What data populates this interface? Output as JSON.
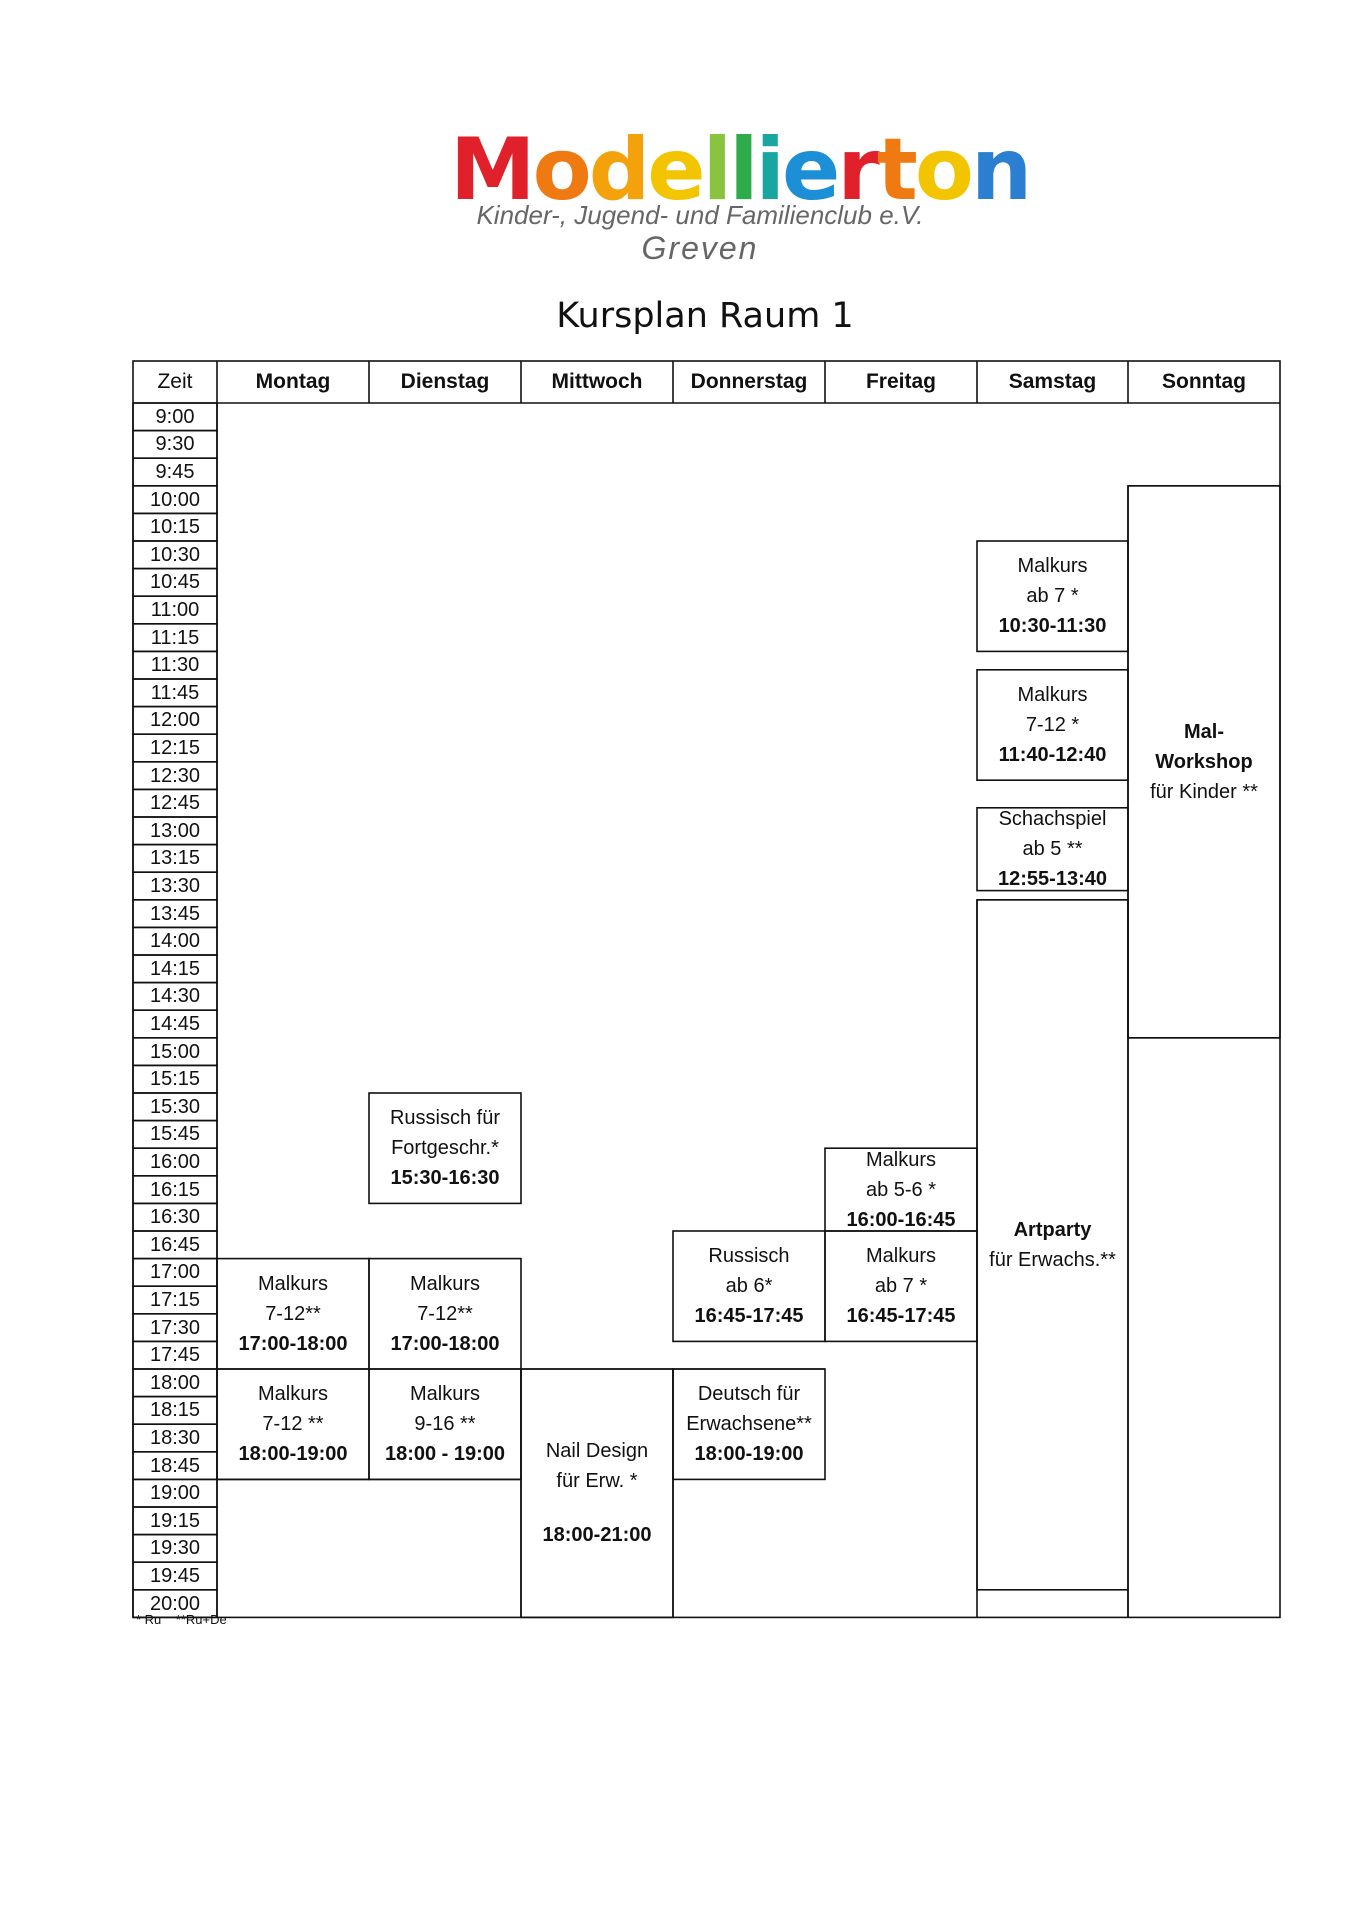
{
  "logo": {
    "name": "Modellierton",
    "letters": [
      {
        "ch": "M",
        "color": "#e0202a"
      },
      {
        "ch": "o",
        "color": "#f07a12"
      },
      {
        "ch": "d",
        "color": "#f4a20c"
      },
      {
        "ch": "e",
        "color": "#f2c500"
      },
      {
        "ch": "l",
        "color": "#8ac43f"
      },
      {
        "ch": "l",
        "color": "#2eab4a"
      },
      {
        "ch": "i",
        "color": "#1aa6a0"
      },
      {
        "ch": "e",
        "color": "#1c8fd6"
      },
      {
        "ch": "r",
        "color": "#e0202a"
      },
      {
        "ch": "t",
        "color": "#f07a12"
      },
      {
        "ch": "o",
        "color": "#f2c500"
      },
      {
        "ch": "n",
        "color": "#2a7fd0"
      }
    ],
    "subtitle": "Kinder-, Jugend- und Familienclub e.V.",
    "city": "Greven"
  },
  "title": "Kursplan Raum 1",
  "columns": [
    "Zeit",
    "Montag",
    "Dienstag",
    "Mittwoch",
    "Donnerstag",
    "Freitag",
    "Samstag",
    "Sonntag"
  ],
  "slots": [
    "9:00",
    "9:30",
    "9:45",
    "10:00",
    "10:15",
    "10:30",
    "10:45",
    "11:00",
    "11:15",
    "11:30",
    "11:45",
    "12:00",
    "12:15",
    "12:30",
    "12:45",
    "13:00",
    "13:15",
    "13:30",
    "13:45",
    "14:00",
    "14:15",
    "14:30",
    "14:45",
    "15:00",
    "15:15",
    "15:30",
    "15:45",
    "16:00",
    "16:15",
    "16:30",
    "16:45",
    "17:00",
    "17:15",
    "17:30",
    "17:45",
    "18:00",
    "18:15",
    "18:30",
    "18:45",
    "19:00",
    "19:15",
    "19:30",
    "19:45",
    "20:00"
  ],
  "events": [
    {
      "day": 1,
      "from": "17:00",
      "to": "18:00",
      "lines": [
        "Malkurs",
        "7-12**"
      ],
      "time": "17:00-18:00"
    },
    {
      "day": 1,
      "from": "18:00",
      "to": "19:00",
      "lines": [
        "Malkurs",
        "7-12 **"
      ],
      "time": "18:00-19:00"
    },
    {
      "day": 2,
      "from": "15:30",
      "to": "16:30",
      "lines": [
        "Russisch für",
        "Fortgeschr.*"
      ],
      "time": "15:30-16:30"
    },
    {
      "day": 2,
      "from": "17:00",
      "to": "18:00",
      "lines": [
        "Malkurs",
        "7-12**"
      ],
      "time": "17:00-18:00"
    },
    {
      "day": 2,
      "from": "18:00",
      "to": "19:00",
      "lines": [
        "Malkurs",
        "9-16 **"
      ],
      "time": "18:00 - 19:00"
    },
    {
      "day": 3,
      "from": "18:00",
      "to": "21:00",
      "lines": [
        "Nail Design",
        "für Erw. *"
      ],
      "time": "18:00-21:00",
      "gap": true
    },
    {
      "day": 4,
      "from": "16:45",
      "to": "17:45",
      "lines": [
        "Russisch",
        "ab 6*"
      ],
      "time": "16:45-17:45"
    },
    {
      "day": 4,
      "from": "18:00",
      "to": "19:00",
      "lines": [
        "Deutsch für",
        "Erwachsene**"
      ],
      "time": "18:00-19:00"
    },
    {
      "day": 5,
      "from": "16:00",
      "to": "16:45",
      "lines": [
        "Malkurs",
        "ab 5-6 *"
      ],
      "time": "16:00-16:45"
    },
    {
      "day": 5,
      "from": "16:45",
      "to": "17:45",
      "lines": [
        "Malkurs",
        "ab 7 *"
      ],
      "time": "16:45-17:45"
    },
    {
      "day": 6,
      "from": "10:30",
      "to": "11:30",
      "lines": [
        "Malkurs",
        "ab 7 *"
      ],
      "time": "10:30-11:30"
    },
    {
      "day": 6,
      "from": "11:40",
      "to": "12:40",
      "lines": [
        "Malkurs",
        "7-12 *"
      ],
      "time": "11:40-12:40"
    },
    {
      "day": 6,
      "from": "12:55",
      "to": "13:40",
      "lines": [
        "Schachspiel",
        "ab 5 **"
      ],
      "time": "12:55-13:40"
    },
    {
      "day": 6,
      "from": "13:45",
      "to": "20:00",
      "bold_title": "Artparty",
      "lines": [
        "für Erwachs.**"
      ]
    },
    {
      "day": 7,
      "from": "10:00",
      "to": "15:00",
      "bold_lines": [
        "Mal-",
        "Workshop"
      ],
      "lines": [
        "für Kinder **"
      ]
    }
  ],
  "legend": "* Ru    **Ru+De"
}
